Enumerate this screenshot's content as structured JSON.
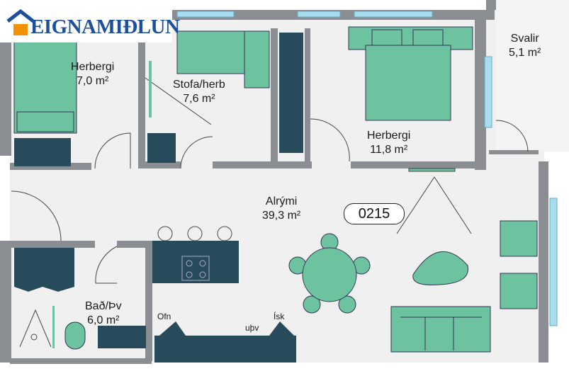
{
  "brand": {
    "name": "EIGNAMIÐLUN",
    "color": "#1c4f9c",
    "accent": "#f39200"
  },
  "unit_number": "0215",
  "rooms": [
    {
      "id": "herbergi-1",
      "name": "Herbergi",
      "area": "7,0 m²"
    },
    {
      "id": "stofa-herb",
      "name": "Stofa/herb",
      "area": "7,6 m²"
    },
    {
      "id": "herbergi-2",
      "name": "Herbergi",
      "area": "11,8 m²"
    },
    {
      "id": "svalir",
      "name": "Svalir",
      "area": "5,1 m²"
    },
    {
      "id": "alrymi",
      "name": "Alrými",
      "area": "39,3 m²"
    },
    {
      "id": "bad-thv",
      "name": "Bað/Þv",
      "area": "6,0 m²"
    }
  ],
  "appliances": {
    "oven": "Ofn",
    "dishwasher": "uþv",
    "fridge": "Ísk"
  },
  "colors": {
    "wall": "#8a8d91",
    "floor": "#f0f0f0",
    "furniture": "#6dc3a0",
    "cabinet": "#284b5c",
    "glass": "#a8dcef"
  }
}
